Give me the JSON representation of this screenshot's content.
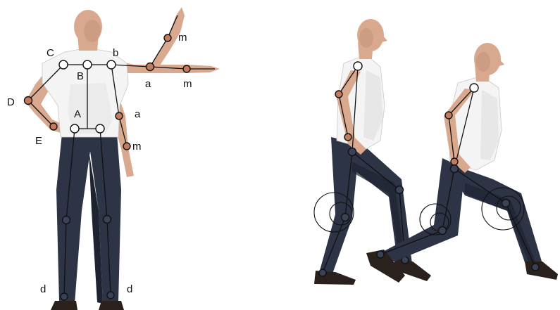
{
  "colors": {
    "skin": "#d8a98f",
    "skin_shade": "#b98570",
    "shirt": "#f4f4f4",
    "shirt_shade": "#d9d9d9",
    "jeans": "#2d3446",
    "jeans_shade": "#1e2332",
    "shoe": "#2b211c",
    "bone": "#111111",
    "joint_fill": "#ffffff",
    "limb_joint_fill": "#c27b5f"
  },
  "labels": {
    "c": "C",
    "b_upper": "b",
    "b_center": "B",
    "a_center": "A",
    "d_upper": "D",
    "e": "E",
    "a_right_arm": "a",
    "a_raised_arm": "a",
    "m_raised_top": "m",
    "m_raised_hand": "m",
    "m_right_arm": "m",
    "d_left_foot": "d",
    "d_right_foot": "d"
  }
}
